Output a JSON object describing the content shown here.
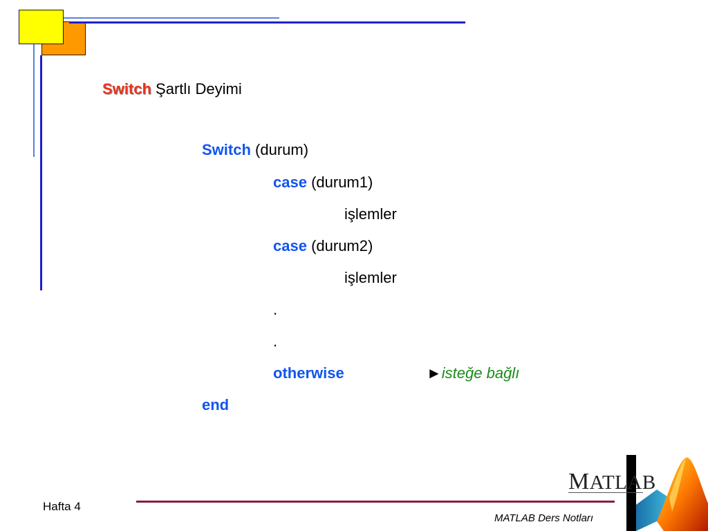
{
  "slide": {
    "title_keyword": "Switch",
    "title_rest": "Şartlı Deyimi",
    "code": {
      "switch_kw": "Switch",
      "switch_arg": "(durum)",
      "case1_kw": "case",
      "case1_arg": "(durum1)",
      "body1": "işlemler",
      "case2_kw": "case",
      "case2_arg": "(durum2)",
      "body2": "işlemler",
      "dot1": ".",
      "dot2": ".",
      "otherwise_kw": "otherwise",
      "arrow": "►",
      "otherwise_note": "isteğe bağlı",
      "end_kw": "end"
    }
  },
  "footer": {
    "left": "Hafta 4",
    "right": "MATLAB Ders Notları"
  },
  "logo": {
    "first_letter": "M",
    "rest": "ATLAB"
  },
  "colors": {
    "accent_blue": "#1f1fcc",
    "keyword_blue": "#1155ee",
    "keyword_red": "#e8351f",
    "note_green": "#1a8c1a",
    "footer_line": "#8b1a3f",
    "yellow": "#ffff00",
    "orange": "#ff9900"
  }
}
